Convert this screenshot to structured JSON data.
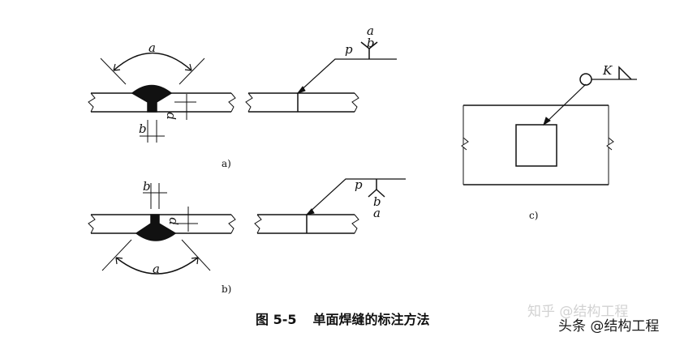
{
  "labels": {
    "a": "a",
    "b": "b",
    "p": "p",
    "K": "K"
  },
  "panels": {
    "a": "a)",
    "b": "b)",
    "c": "c)"
  },
  "caption": {
    "number": "图 5-5",
    "title": "单面焊缝的标注方法"
  },
  "watermarks": {
    "zhihu": "知乎 @结构工程",
    "toutiao": "头条 @结构工程"
  }
}
